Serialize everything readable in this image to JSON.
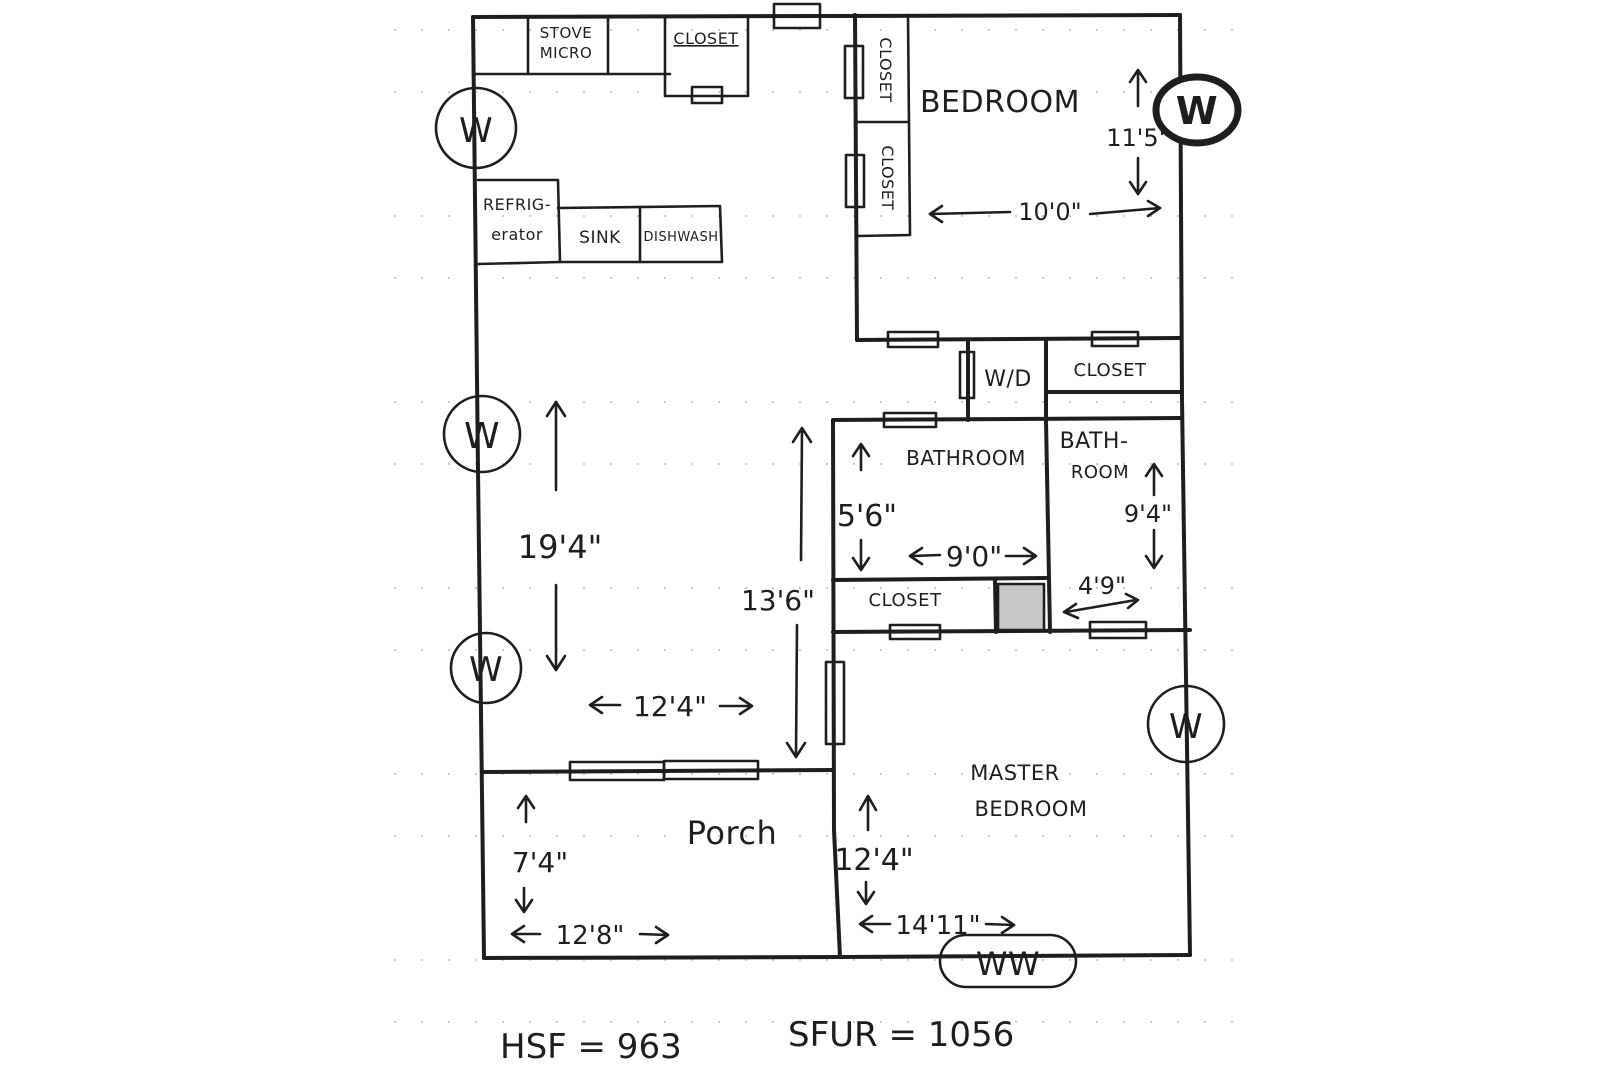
{
  "rooms": {
    "kitchen_stove": "STOVE",
    "kitchen_micro": "MICRO",
    "closet_kitchen": "CLOSET",
    "closet_vert_1": "CLOSET",
    "closet_vert_2": "CLOSET",
    "bedroom": "BEDROOM",
    "refrigerator_1": "REFRIG-",
    "refrigerator_2": "erator",
    "sink": "SINK",
    "dishwash": "DISHWASH",
    "wd": "W/D",
    "closet_laundry": "CLOSET",
    "bathroom_1": "BATHROOM",
    "bathroom_2_a": "BATH-",
    "bathroom_2_b": "ROOM",
    "closet_hall": "CLOSET",
    "porch": "Porch",
    "master_a": "MASTER",
    "master_b": "BEDROOM"
  },
  "dimensions": {
    "bedroom_height": "11'5\"",
    "bedroom_width": "10'0\"",
    "living_height": "19'4\"",
    "living_width": "12'4\"",
    "hall_height": "13'6\"",
    "bath1_height": "5'6\"",
    "bath1_width": "9'0\"",
    "bath2_height": "9'4\"",
    "bath2_width": "4'9\"",
    "porch_height": "7'4\"",
    "porch_width": "12'8\"",
    "master_height": "12'4\"",
    "master_width": "14'11\""
  },
  "symbols": {
    "window": "W",
    "double_window": "WW"
  },
  "totals": {
    "hsf": "HSF = 963",
    "sfur": "SFUR = 1056"
  }
}
